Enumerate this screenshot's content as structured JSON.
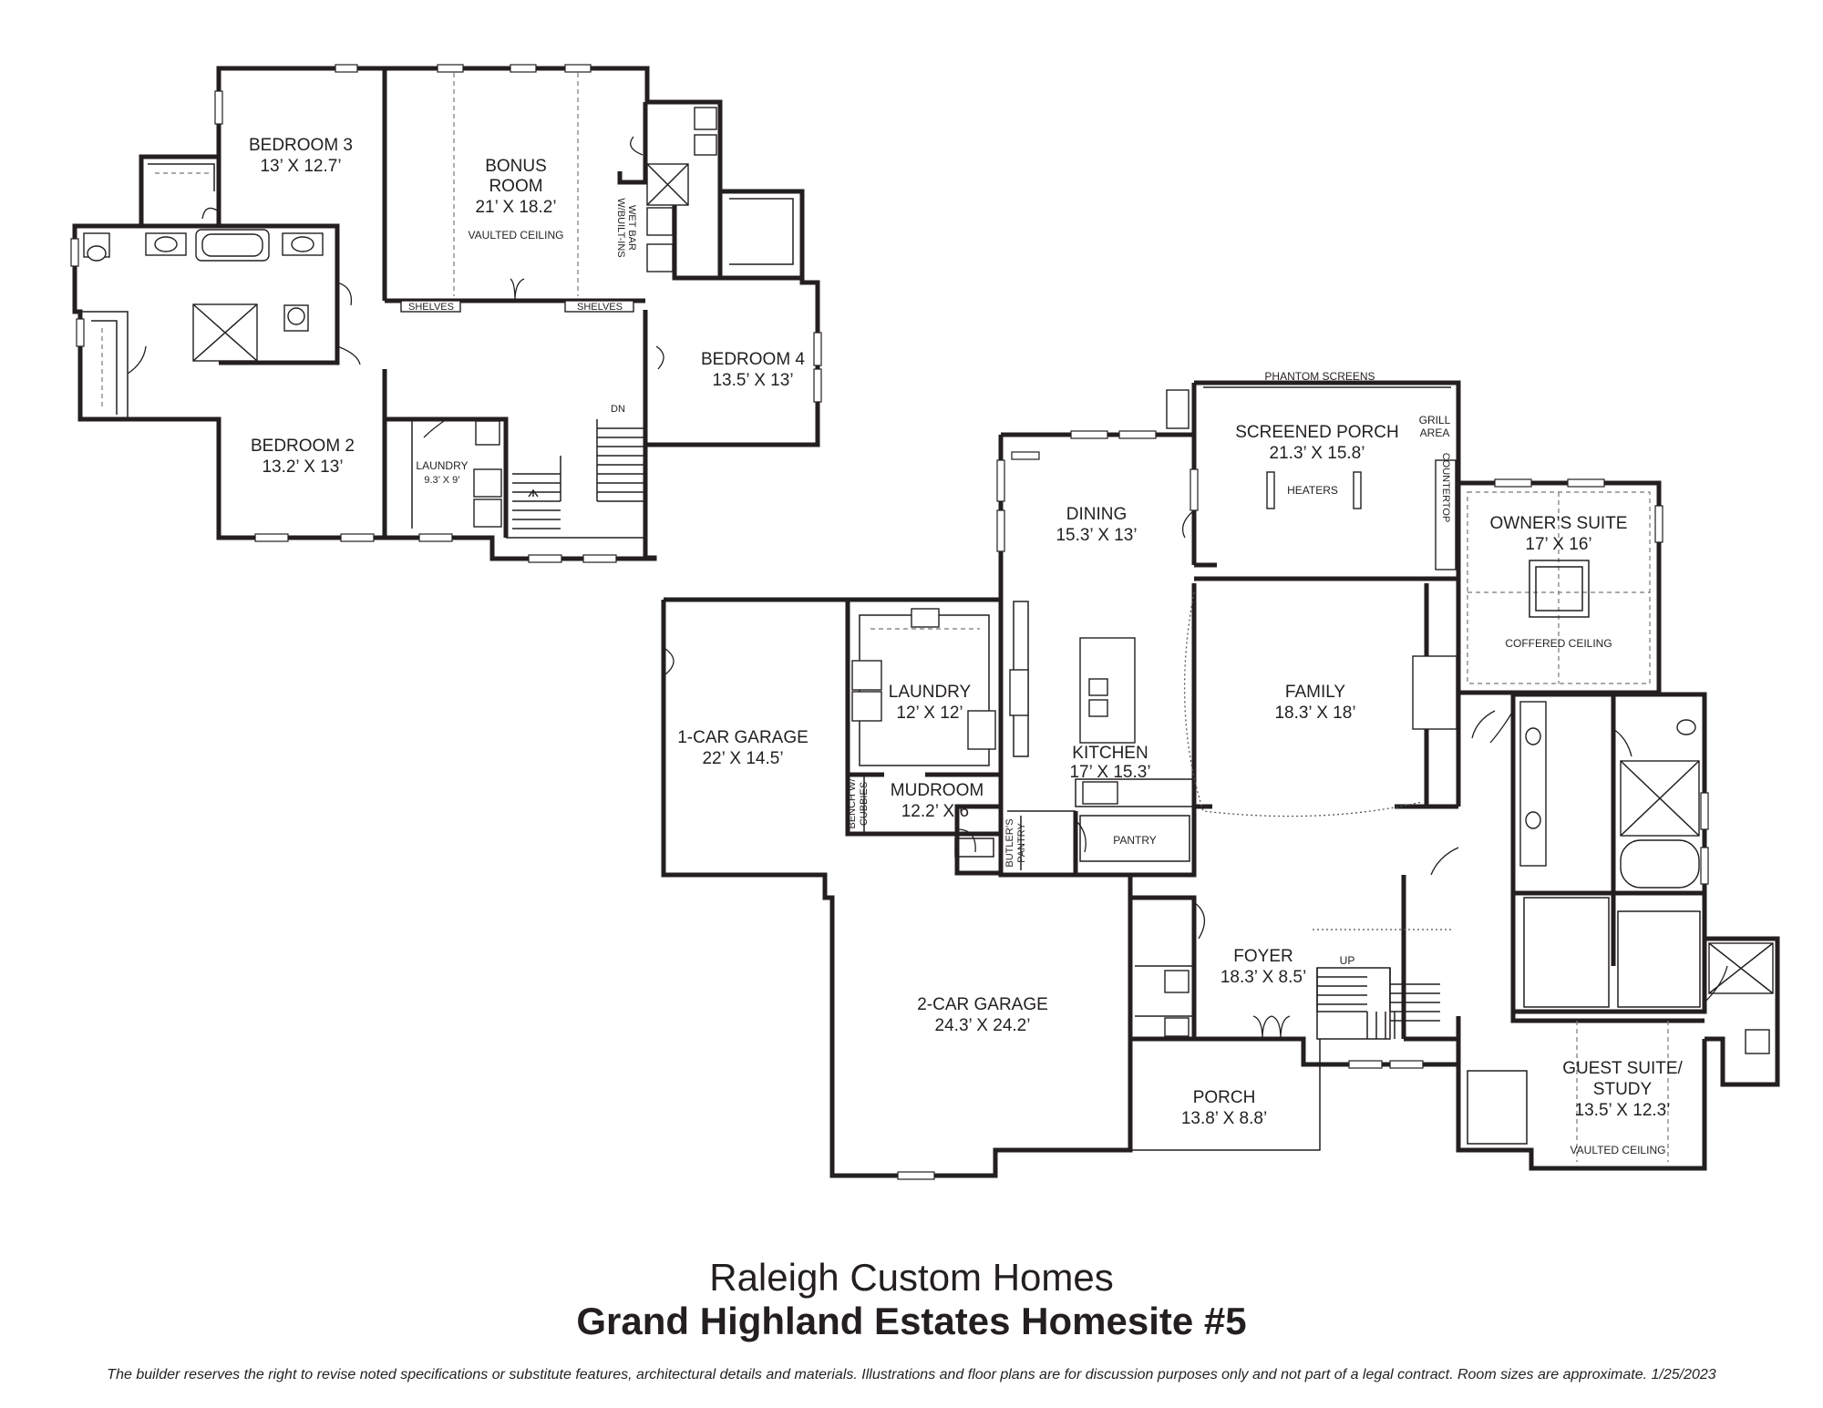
{
  "upper": {
    "bedroom3": {
      "name": "BEDROOM 3",
      "size": "13’ X 12.7’"
    },
    "bonus": {
      "name1": "BONUS",
      "name2": "ROOM",
      "size": "21’ X 18.2’",
      "note": "VAULTED CEILING",
      "wet1": "WET BAR",
      "wet2": "W/BUILT-INS"
    },
    "shelves_left": "SHELVES",
    "shelves_right": "SHELVES",
    "bedroom4": {
      "name": "BEDROOM 4",
      "size": "13.5’ X 13’"
    },
    "bedroom2": {
      "name": "BEDROOM 2",
      "size": "13.2’ X 13’"
    },
    "laundry": {
      "name": "LAUNDRY",
      "size": "9.3’ X 9’"
    },
    "stair_dn": "DN"
  },
  "main": {
    "phantom": "PHANTOM SCREENS",
    "screened_porch": {
      "name": "SCREENED PORCH",
      "size": "21.3’ X 15.8’",
      "note": "HEATERS"
    },
    "grill1": "GRILL",
    "grill2": "AREA",
    "countertop": "COUNTERTOP",
    "dining": {
      "name": "DINING",
      "size": "15.3’ X 13’"
    },
    "owners_suite": {
      "name": "OWNER’S SUITE",
      "size": "17’ X 16’",
      "note": "COFFERED CEILING"
    },
    "family": {
      "name": "FAMILY",
      "size": "18.3’ X 18’"
    },
    "laundry": {
      "name": "LAUNDRY",
      "size": "12’ X 12’"
    },
    "kitchen": {
      "name": "KITCHEN",
      "size": "17’ X 15.3’"
    },
    "garage1": {
      "name": "1-CAR GARAGE",
      "size": "22’ X 14.5’"
    },
    "mudroom": {
      "name": "MUDROOM",
      "size": "12.2’ X 6’"
    },
    "bench1": "BENCH W/",
    "bench2": "CUBBIES",
    "butler1": "BUTLER’S",
    "butler2": "PANTRY",
    "pantry": "PANTRY",
    "foyer": {
      "name": "FOYER",
      "size": "18.3’ X 8.5’"
    },
    "stair_up": "UP",
    "garage2": {
      "name": "2-CAR GARAGE",
      "size": "24.3’ X 24.2’"
    },
    "porch": {
      "name": "PORCH",
      "size": "13.8’ X 8.8’"
    },
    "guest": {
      "name1": "GUEST SUITE/",
      "name2": "STUDY",
      "size": "13.5’ X 12.3’",
      "note": "VAULTED CEILING"
    }
  },
  "brand": "Raleigh Custom Homes",
  "title": "Grand Highland Estates Homesite #5",
  "disclaimer": "The builder reserves the right to revise noted specifications or substitute features, architectural details and materials. Illustrations and floor plans are for discussion purposes only and not part of a legal contract. Room sizes are approximate. 1/25/2023"
}
